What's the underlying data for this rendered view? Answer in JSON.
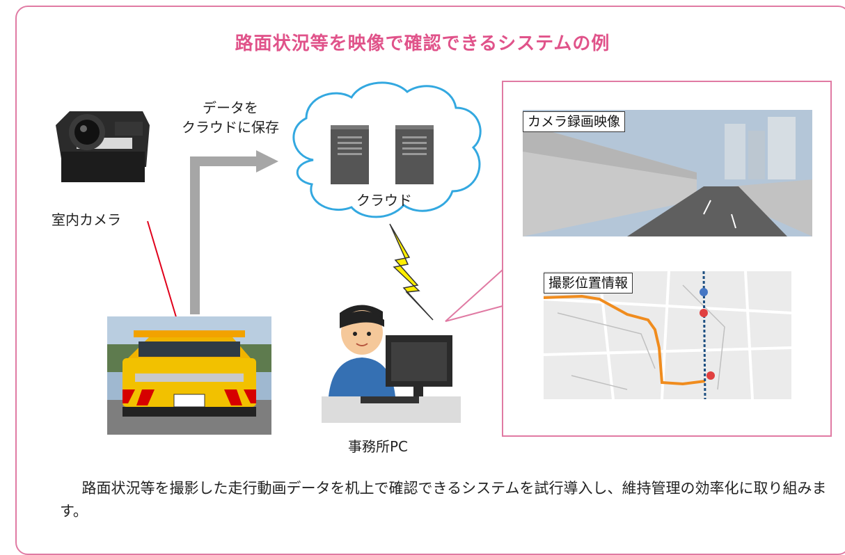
{
  "title": "路面状況等を映像で確認できるシステムの例",
  "save_label_line1": "データを",
  "save_label_line2": "クラウドに保存",
  "camera_label": "室内カメラ",
  "cloud_label": "クラウド",
  "pc_label": "事務所PC",
  "video_tag": "カメラ録画映像",
  "map_tag": "撮影位置情報",
  "description": "路面状況等を撮影した走行動画データを机上で確認できるシステムを試行導入し、維持管理の効率化に取り組みます。",
  "colors": {
    "accent": "#e0538a",
    "border": "#e07aa3",
    "arrow": "#a6a6a6",
    "line": "#e0001b",
    "bolt": "#ffee00"
  }
}
